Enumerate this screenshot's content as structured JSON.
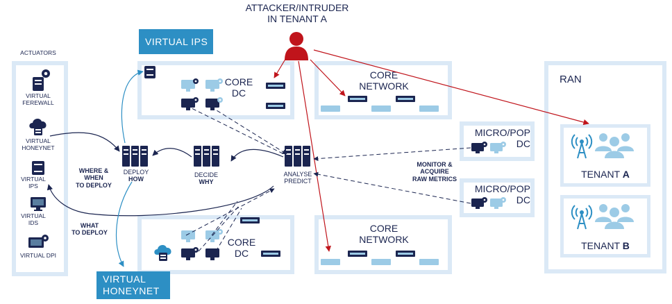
{
  "attacker": {
    "line1": "ATTACKER/INTRUDER",
    "line2": "IN TENANT A"
  },
  "actuators": {
    "title": "ACTUATORS",
    "items": [
      {
        "line1": "VIRTUAL",
        "line2": "FEREWALL"
      },
      {
        "line1": "VIRTUAL",
        "line2": "HONEYNET"
      },
      {
        "line1": "VIRTUAL",
        "line2": "IPS"
      },
      {
        "line1": "VIRTUAL",
        "line2": "IDS"
      },
      {
        "line1": "VIRTUAL DPI",
        "line2": ""
      }
    ]
  },
  "banners": {
    "virtual_ips": "VIRTUAL IPS",
    "virtual_honeynet_1": "VIRTUAL",
    "virtual_honeynet_2": "HONEYNET"
  },
  "core_dc": {
    "line1": "CORE",
    "line2": "DC"
  },
  "core_network": {
    "line1": "CORE",
    "line2": "NETWORK"
  },
  "micro_pop": {
    "line1": "MICRO/POP",
    "line2": "DC"
  },
  "ran": {
    "title": "RAN",
    "tenant_word": "TENANT",
    "tenant_a": "A",
    "tenant_b": "B"
  },
  "flow": {
    "deploy": {
      "line1": "DEPLOY",
      "line2": "HOW"
    },
    "decide": {
      "line1": "DECIDE",
      "line2": "WHY"
    },
    "analyse": {
      "line1": "ANALYSE",
      "line2": "PREDICT"
    },
    "where_when": {
      "line1": "WHERE &",
      "line2": "WHEN",
      "line3": "TO DEPLOY"
    },
    "what": {
      "line1": "WHAT",
      "line2": "TO DEPLOY"
    },
    "monitor": {
      "line1": "MONITOR &",
      "line2": "ACQUIRE",
      "line3": "RAW METRICS"
    }
  },
  "colors": {
    "navy": "#1b2550",
    "light_blue": "#dbe9f6",
    "accent_blue": "#2d8fc4",
    "red": "#c0141b",
    "icon_light": "#9ccbe6"
  }
}
